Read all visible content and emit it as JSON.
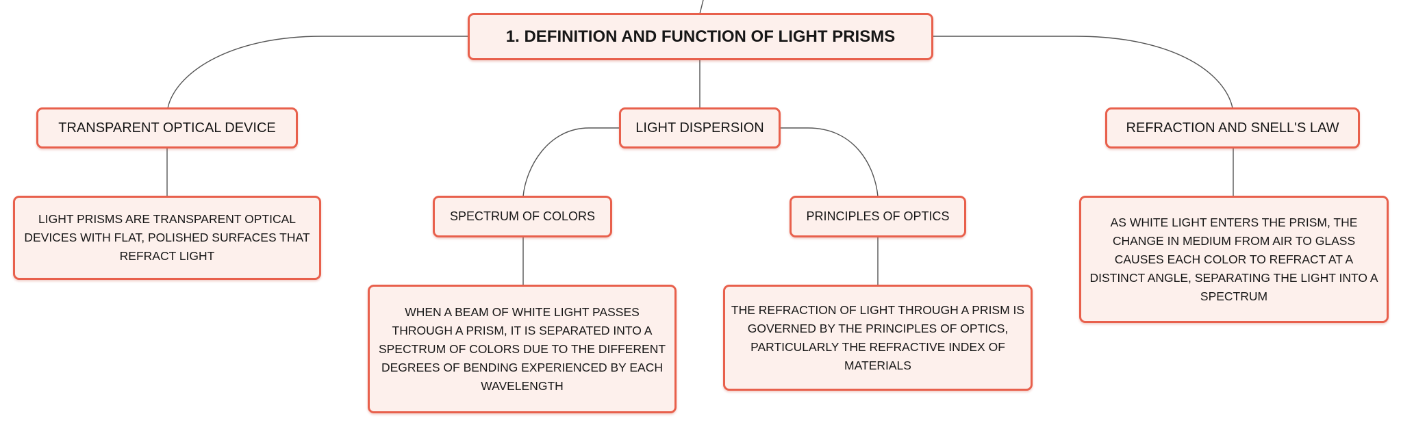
{
  "colors": {
    "border": "#e8604c",
    "fill": "#fdf0ec",
    "line": "#555555",
    "text": "#161616"
  },
  "root": {
    "label": "1. DEFINITION AND FUNCTION OF LIGHT PRISMS"
  },
  "branches": {
    "transparent": {
      "label": "TRANSPARENT OPTICAL DEVICE",
      "detail": "LIGHT PRISMS ARE TRANSPARENT OPTICAL DEVICES WITH FLAT, POLISHED SURFACES THAT REFRACT LIGHT"
    },
    "dispersion": {
      "label": "LIGHT DISPERSION",
      "spectrum": {
        "label": "SPECTRUM OF COLORS",
        "detail": "WHEN A BEAM OF WHITE LIGHT PASSES THROUGH A PRISM, IT IS SEPARATED INTO A SPECTRUM OF COLORS DUE TO THE DIFFERENT DEGREES OF BENDING EXPERIENCED BY EACH WAVELENGTH"
      },
      "optics": {
        "label": "PRINCIPLES OF OPTICS",
        "detail": "THE REFRACTION OF LIGHT THROUGH A PRISM IS GOVERNED BY THE PRINCIPLES OF OPTICS, PARTICULARLY THE REFRACTIVE INDEX OF MATERIALS"
      }
    },
    "refraction": {
      "label": "REFRACTION AND SNELL'S LAW",
      "detail": "AS WHITE LIGHT ENTERS THE PRISM, THE CHANGE IN MEDIUM FROM AIR TO GLASS CAUSES EACH COLOR TO REFRACT AT A DISTINCT ANGLE, SEPARATING THE LIGHT INTO A SPECTRUM"
    }
  }
}
